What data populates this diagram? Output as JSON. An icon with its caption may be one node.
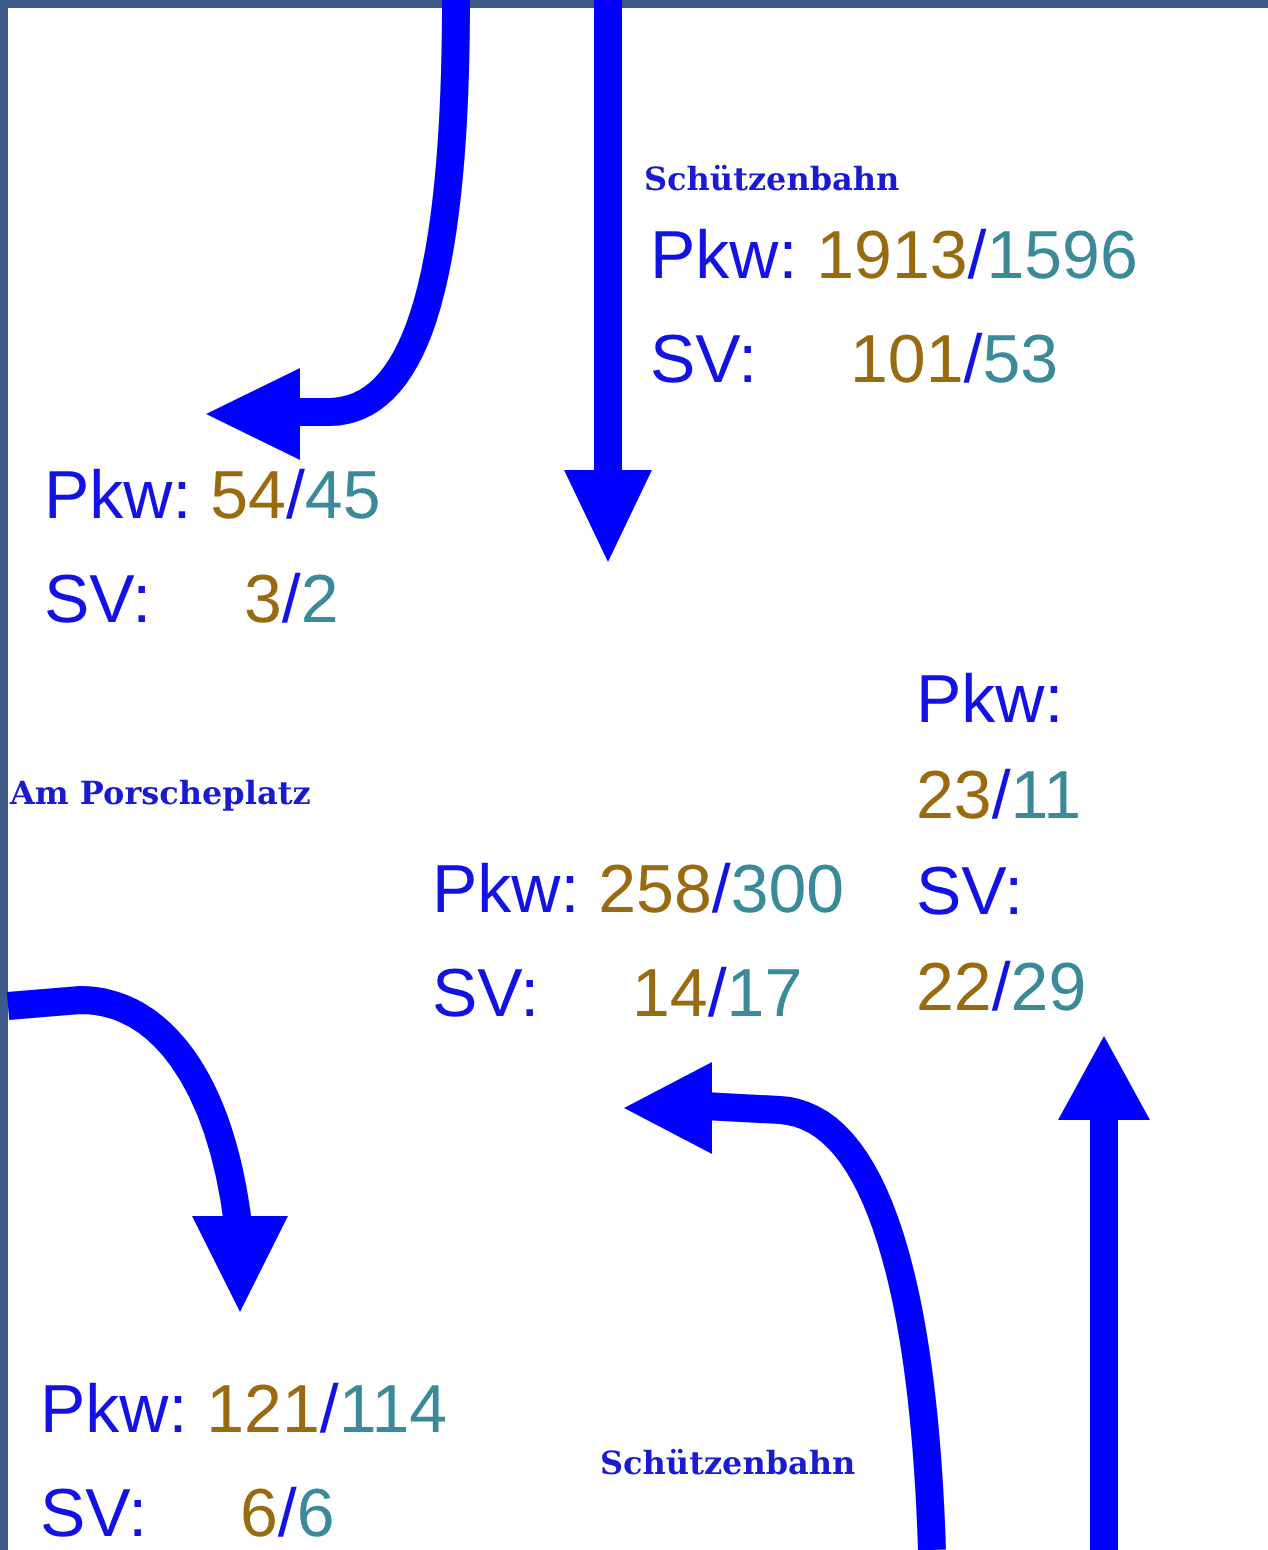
{
  "diagram": {
    "labels": [
      "Schützenbahn",
      "Pkw: 1913/1596",
      "SV: 101/53",
      "Pkw: 54/45",
      "SV: 3/2",
      "Pkw: 23/11",
      "Am Porscheplatz",
      "SV: 22/29",
      "Pkw: 258/300",
      "SV: 14/17",
      "Pkw: 121/114",
      "SV: 6/6",
      "Schützenbahn"
    ]
  }
}
